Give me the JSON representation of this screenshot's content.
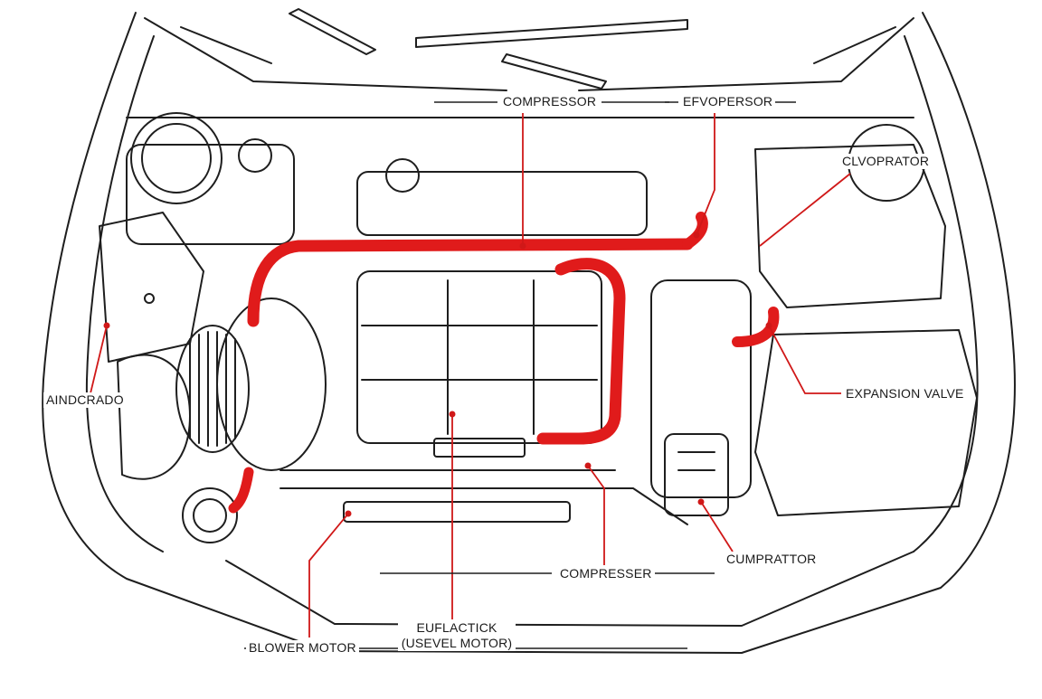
{
  "colors": {
    "line": "#1e1e1e",
    "hose": "#e01b1b",
    "leader": "#d01818",
    "background": "#ffffff"
  },
  "labels": {
    "compressor_top": "COMPRESSOR",
    "evaporator_top": "EFVOPERSOR",
    "evaporator_right": "CLVOPRATOR",
    "left_component": "AINDCRADO",
    "expansion_valve": "EXPANSION VALVE",
    "cumprattor": "CUMPRATTOR",
    "compresser": "COMPRESSER",
    "blower_motor": "BLOWER MOTOR",
    "euflactick_line1": "EUFLACTICK",
    "euflactick_line2": "(USEVEL MOTOR)"
  }
}
